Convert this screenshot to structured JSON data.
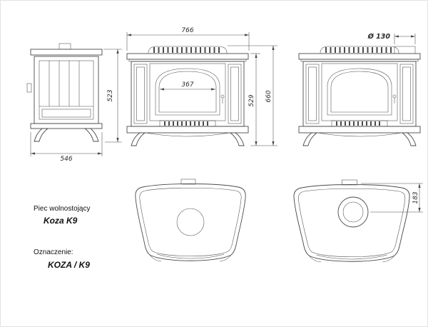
{
  "sheet": {
    "background": "#ffffff",
    "line_color": "#4a4a4a"
  },
  "title_block": {
    "product_type": "Piec wolnostojący",
    "product_name": "Koza K9",
    "designation_label": "Oznaczenie:",
    "designation_value": "KOZA / K9"
  },
  "dimensions": {
    "side_height": "523",
    "side_depth": "546",
    "front_width": "766",
    "glass_width": "367",
    "body_height": "529",
    "total_height": "660",
    "flue_diameter": "Ø 130",
    "flue_offset": "183"
  }
}
